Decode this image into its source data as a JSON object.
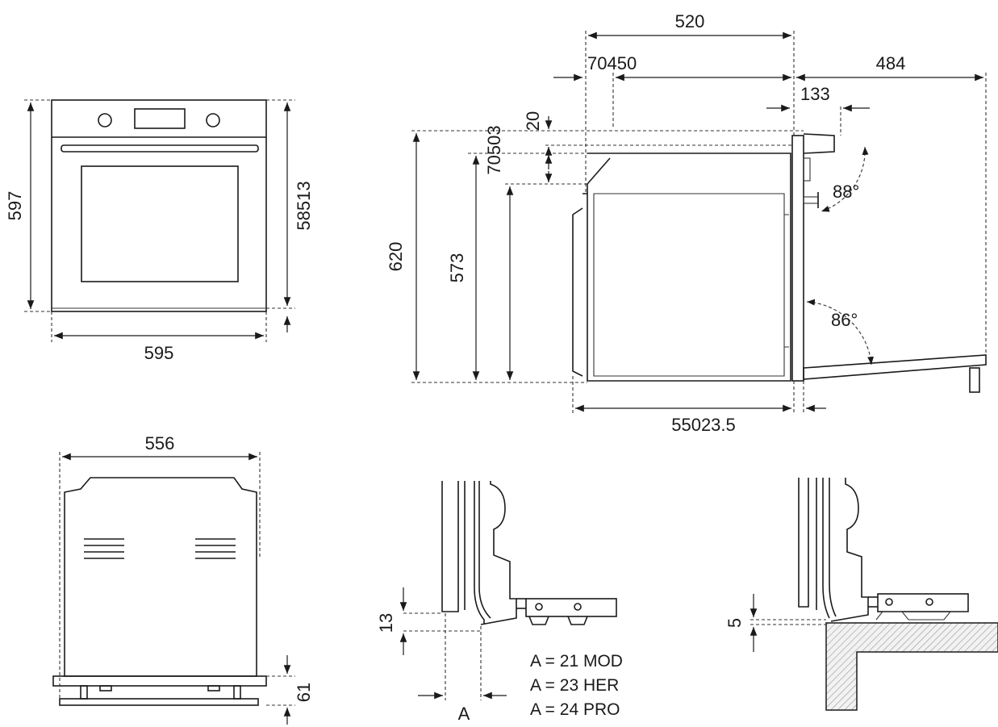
{
  "front_view": {
    "height": "597",
    "inner_height": "58513",
    "width": "595"
  },
  "side_view": {
    "depth_top": "520",
    "depth_offset": "70450",
    "door_open": "484",
    "handle": "133",
    "top_gap": "20",
    "step_a": "70503",
    "total_height": "620",
    "body_height": "573",
    "angle_top": "88°",
    "angle_bottom": "86°",
    "depth_bottom": "55023.5"
  },
  "back_view": {
    "width": "556",
    "foot": "61"
  },
  "detail_a": {
    "gap": "13",
    "marker": "A",
    "notes": [
      "A = 21 MOD",
      "A = 23 HER",
      "A = 24 PRO"
    ]
  },
  "detail_b": {
    "gap": "5"
  }
}
